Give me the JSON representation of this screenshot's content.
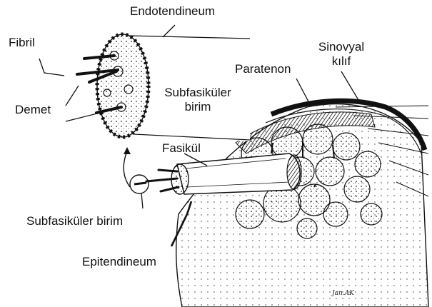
{
  "labels": {
    "endotendineum": "Endotendineum",
    "fibril": "Fibril",
    "demet": "Demet",
    "subfasikuler_birim_top_1": "Subfasiküler",
    "subfasikuler_birim_top_2": "birim",
    "paratenon": "Paratenon",
    "sinovyal_1": "Sinovyal",
    "sinovyal_2": "kılıf",
    "fasikul": "Fasikül",
    "subfasikuler_birim_bottom": "Subfasiküler birim",
    "epitendineum": "Epitendineum"
  },
  "signature": "Jan.AK",
  "colors": {
    "ink": "#111111",
    "paper": "#ffffff",
    "shade": "#2a2a2a"
  }
}
